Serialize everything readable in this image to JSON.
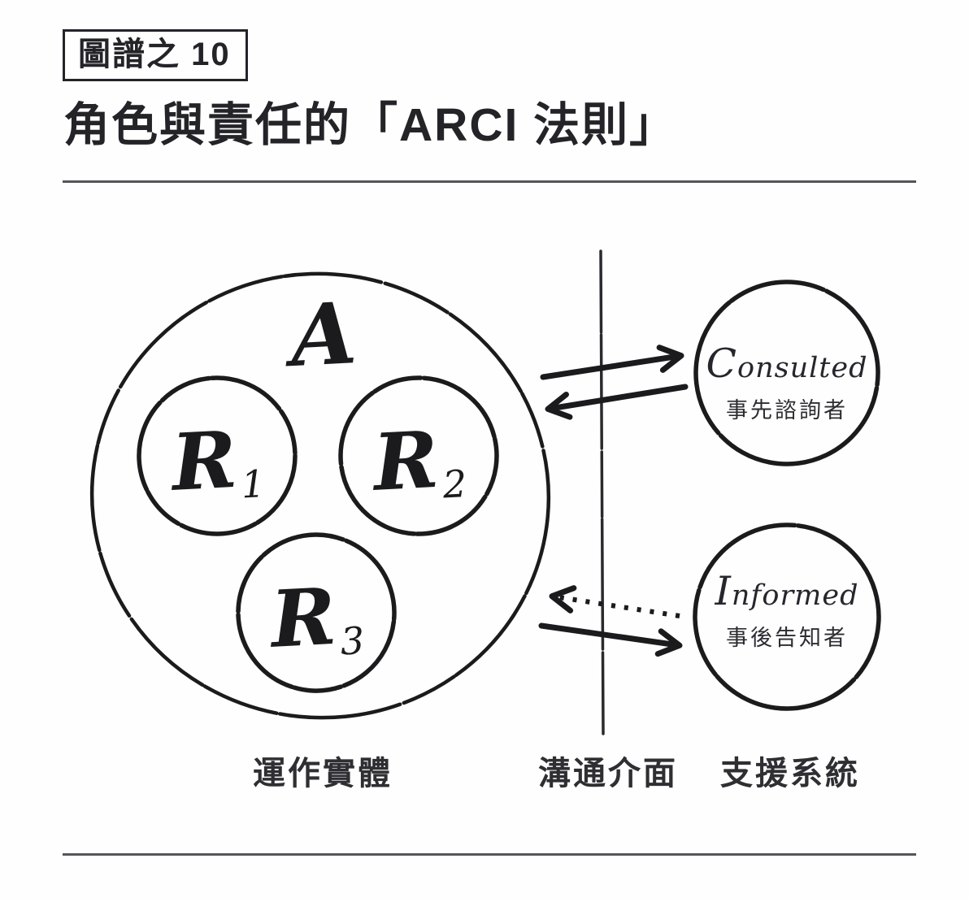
{
  "header": {
    "badge": "圖譜之 10",
    "title": "角色與責任的「ARCI 法則」"
  },
  "diagram": {
    "accountable": "A",
    "responsibles": [
      {
        "letter": "R",
        "sub": "1"
      },
      {
        "letter": "R",
        "sub": "2"
      },
      {
        "letter": "R",
        "sub": "3"
      }
    ],
    "consulted": {
      "title": "Consulted",
      "subtitle": "事先諮詢者"
    },
    "informed": {
      "title": "Informed",
      "subtitle": "事後告知者"
    },
    "labels": {
      "entity": "運作實體",
      "interface": "溝通介面",
      "support": "支援系統"
    }
  },
  "colors": {
    "ink": "#1b1b1d",
    "rule": "#55555a",
    "background": "#fefefe"
  }
}
